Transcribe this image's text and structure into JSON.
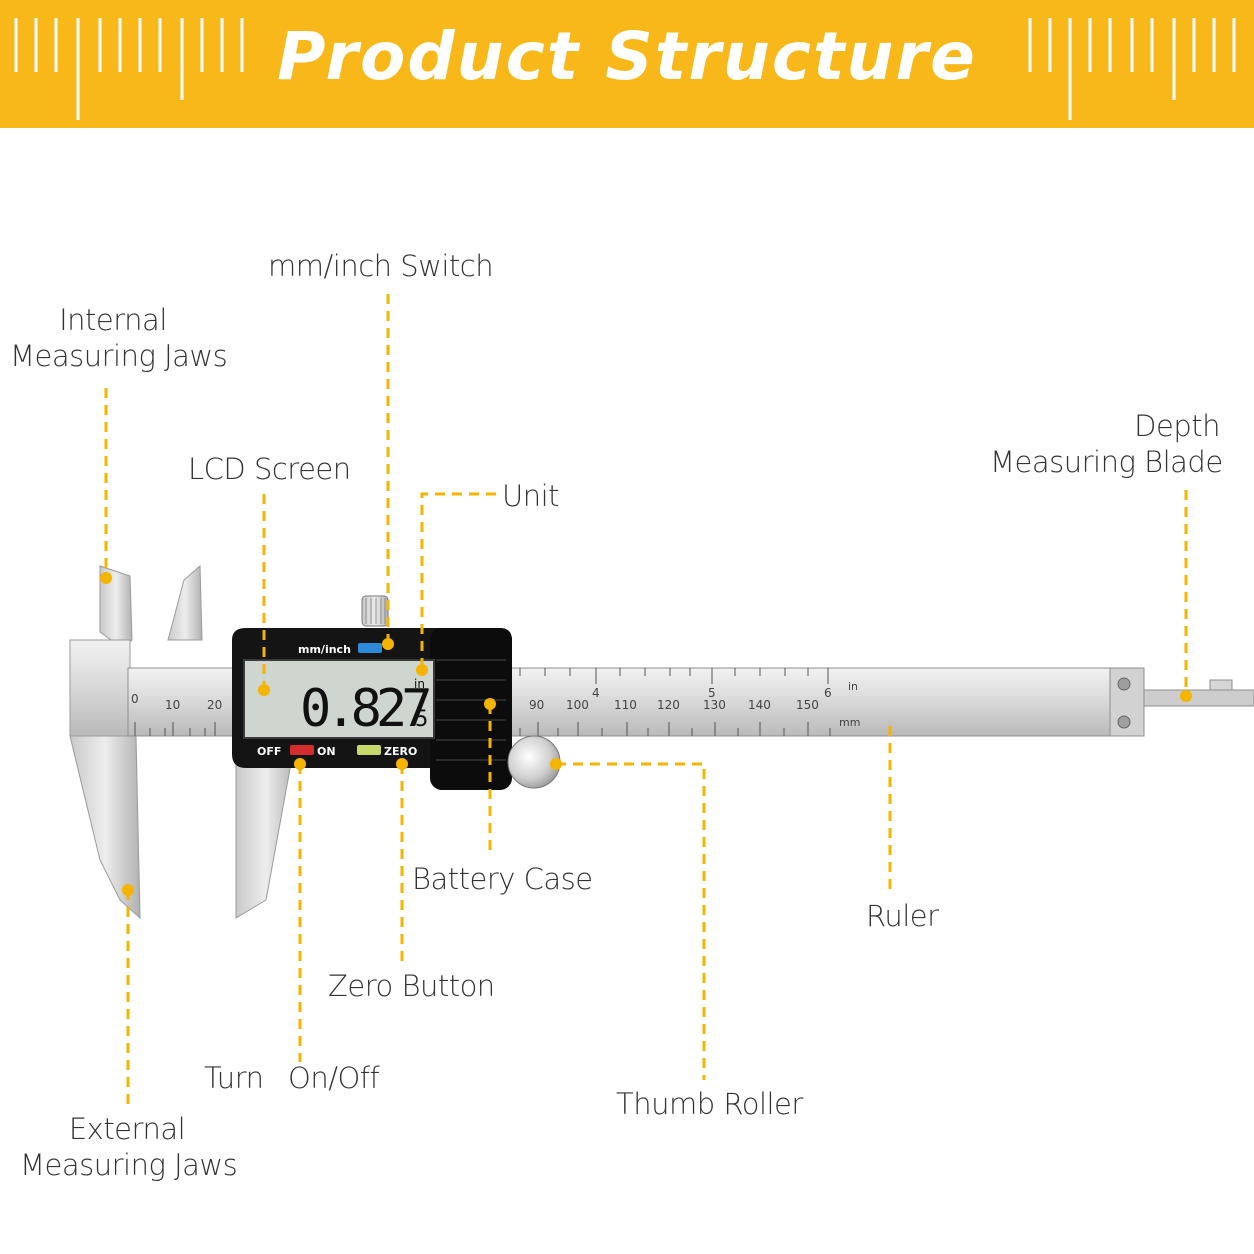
{
  "header": {
    "title": "Product Structure"
  },
  "colors": {
    "accent": "#f8b81a",
    "leader": "#f5b400",
    "text": "#333333",
    "lcd": "#cfd6d0",
    "body": "#111111"
  },
  "labels": {
    "internal_jaws": [
      "Internal",
      "Measuring Jaws"
    ],
    "mm_inch_switch": "mm/inch Switch",
    "lcd_screen": "LCD Screen",
    "unit": "Unit",
    "depth_blade": [
      "Depth",
      "Measuring Blade"
    ],
    "battery_case": "Battery Case",
    "ruler": "Ruler",
    "zero_button": "Zero Button",
    "turn_on_off": [
      "Turn",
      "On/Off"
    ],
    "thumb_roller": "Thumb Roller",
    "external_jaws": [
      "External",
      "Measuring Jaws"
    ]
  },
  "device": {
    "reading": "0.827",
    "fraction_digit": "5",
    "unit_in": "in",
    "switch_label": "mm/inch",
    "off_label": "OFF",
    "on_label": "ON",
    "zero_label": "ZERO",
    "scale_mm_left": [
      "0",
      "10",
      "20"
    ],
    "scale_mm_right": [
      "90",
      "100",
      "110",
      "120",
      "130",
      "140",
      "150"
    ],
    "scale_in": [
      "4",
      "5",
      "6"
    ],
    "scale_in_unit": "in",
    "scale_mm_unit": "mm"
  }
}
